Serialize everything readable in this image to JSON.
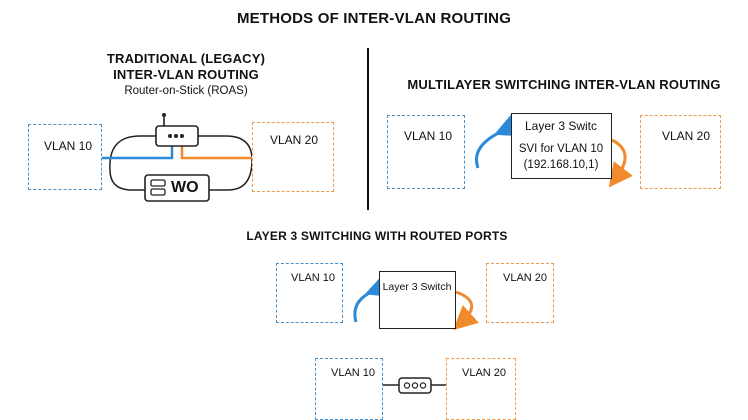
{
  "title": "METHODS OF INTER-VLAN ROUTING",
  "traditional": {
    "heading_line1": "TRADITIONAL (LEGACY)",
    "heading_line2": "INTER-VLAN ROUTING",
    "subheading": "Router-on-Stick (ROAS)",
    "vlan_left": "VLAN 10",
    "vlan_right": "VLAN 20",
    "device_label": "WO"
  },
  "multilayer": {
    "heading": "MULTILAYER SWITCHING INTER-VLAN ROUTING",
    "vlan_left": "VLAN 10",
    "vlan_right": "VLAN 20",
    "switch_label": "Layer 3 Switc",
    "svi_line1": "SVI for VLAN 10",
    "svi_line2": "(192.168.10,1)"
  },
  "routed_ports": {
    "heading": "LAYER 3 SWITCHING WITH ROUTED PORTS",
    "vlan_left": "VLAN 10",
    "vlan_right": "VLAN 20",
    "switch_label": "Layer 3 Switch"
  },
  "bottom": {
    "vlan_left": "VLAN 10",
    "vlan_right": "VLAN 20"
  },
  "colors": {
    "vlan10": "#4a90c8",
    "vlan20": "#ee9a4d",
    "arrow_blue": "#2b8ad8",
    "arrow_orange": "#f08a2c"
  }
}
